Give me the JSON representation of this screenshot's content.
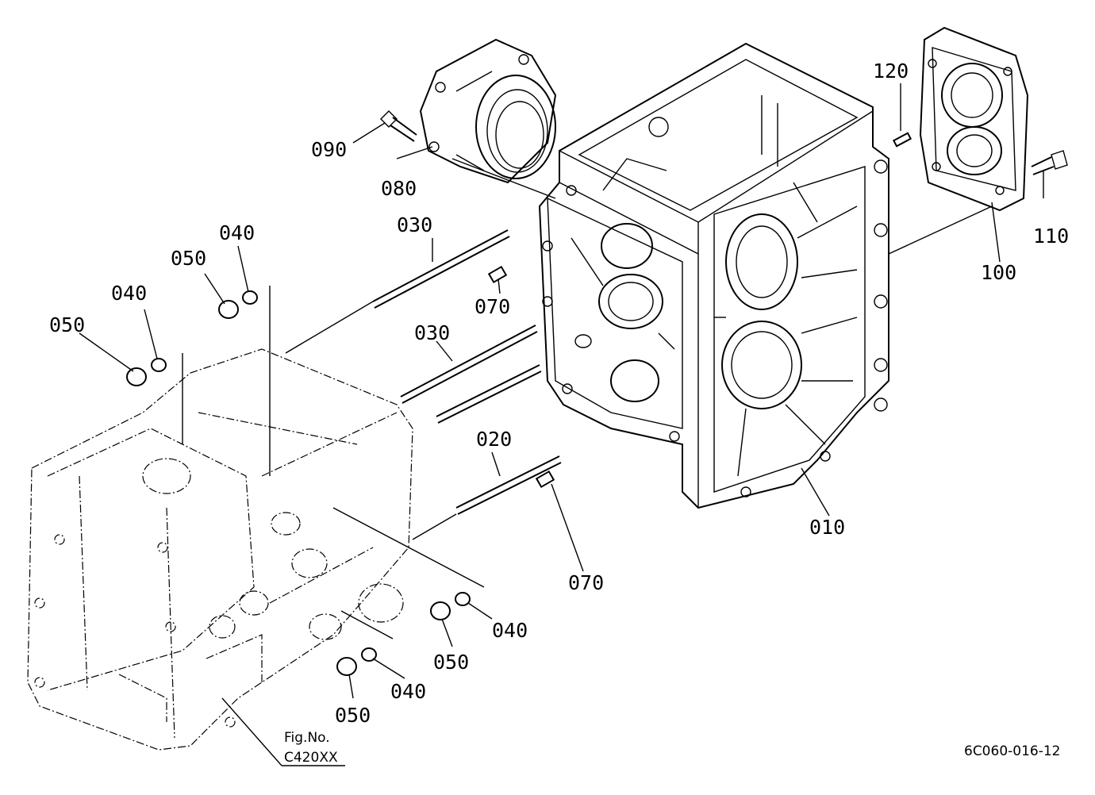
{
  "callouts": {
    "p010": "010",
    "p020": "020",
    "p030a": "030",
    "p030b": "030",
    "p040a": "040",
    "p040b": "040",
    "p040c": "040",
    "p040d": "040",
    "p050a": "050",
    "p050b": "050",
    "p050c": "050",
    "p050d": "050",
    "p070a": "070",
    "p070b": "070",
    "p080": "080",
    "p090": "090",
    "p100": "100",
    "p110": "110",
    "p120": "120"
  },
  "reference": {
    "fig_line1": "Fig.No.",
    "fig_line2": "C420XX"
  },
  "drawing_code": "6C060-016-12"
}
